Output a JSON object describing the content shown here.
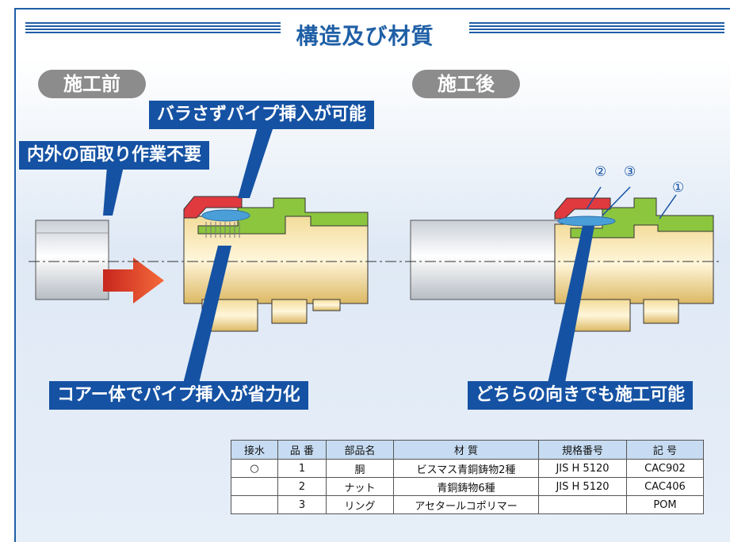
{
  "title": "構造及び材質",
  "pills": {
    "before": "施工前",
    "after": "施工後"
  },
  "callouts": {
    "top": "バラさずパイプ挿入が可能",
    "left": "内外の面取り作業不要",
    "bottom_left": "コアー体でパイプ挿入が省力化",
    "bottom_right": "どちらの向きでも施工可能"
  },
  "part_numbers": [
    "②",
    "③",
    "①"
  ],
  "colors": {
    "primary": "#1552a3",
    "brass": "#e8c97a",
    "green": "#8cc63f",
    "red": "#e0393e",
    "ring": "#4a9fd8",
    "arrow": "#e8452c"
  },
  "table": {
    "headers": [
      "接水",
      "品 番",
      "部品名",
      "材 質",
      "規格番号",
      "記 号"
    ],
    "rows": [
      [
        "○",
        "1",
        "胴",
        "ビスマス青銅鋳物2種",
        "JIS H 5120",
        "CAC902"
      ],
      [
        "",
        "2",
        "ナット",
        "青銅鋳物6種",
        "JIS H 5120",
        "CAC406"
      ],
      [
        "",
        "3",
        "リング",
        "アセタールコポリマー",
        "",
        "POM"
      ]
    ]
  }
}
